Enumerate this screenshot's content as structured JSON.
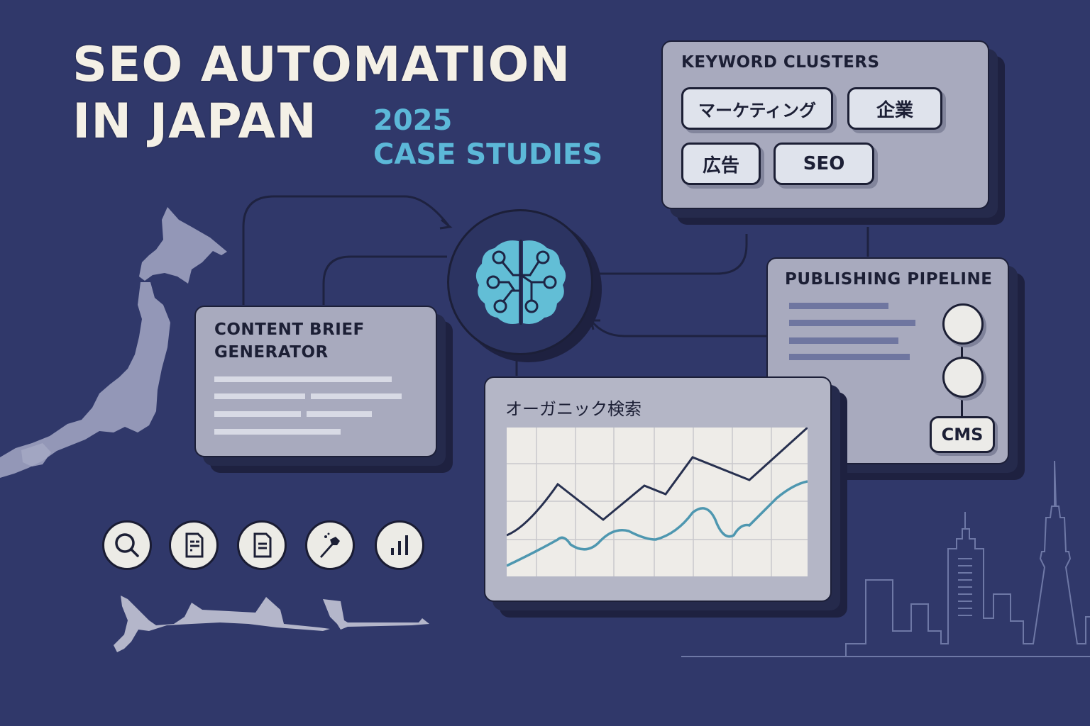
{
  "header": {
    "title_line1": "SEO AUTOMATION",
    "title_line2": "IN JAPAN",
    "subtitle_year": "2025",
    "subtitle_text": "CASE STUDIES"
  },
  "keyword_clusters": {
    "title": "KEYWORD CLUSTERS",
    "chips": [
      "マーケティング",
      "企業",
      "広告",
      "SEO"
    ]
  },
  "content_brief": {
    "title_line1": "CONTENT BRIEF",
    "title_line2": "GENERATOR"
  },
  "publishing_pipeline": {
    "title": "PUBLISHING PIPELINE",
    "cms_label": "CMS"
  },
  "organic_chart": {
    "title": "オーガニック検索"
  },
  "center_hub": {
    "icon": "ai-brain-icon"
  },
  "icon_row": [
    "search-icon",
    "document-icon",
    "file-icon",
    "magic-wand-icon",
    "bar-chart-icon"
  ],
  "colors": {
    "background": "#30386a",
    "card": "#a8aabe",
    "accent_cyan": "#5cb8d8",
    "line_dark": "#27304f",
    "line_teal": "#4e97b0",
    "title_cream": "#f4f0e6"
  },
  "chart_data": {
    "type": "line",
    "title": "オーガニック検索",
    "xlabel": "",
    "ylabel": "",
    "grid": true,
    "x": [
      0,
      1,
      2,
      3,
      4,
      5,
      6,
      7,
      8,
      9,
      10,
      11,
      12
    ],
    "series": [
      {
        "name": "dark",
        "values": [
          18,
          30,
          58,
          42,
          33,
          52,
          50,
          66,
          59,
          60,
          52,
          75,
          100
        ]
      },
      {
        "name": "teal",
        "values": [
          5,
          12,
          20,
          14,
          26,
          28,
          22,
          30,
          48,
          25,
          34,
          33,
          58
        ]
      }
    ],
    "ylim": [
      0,
      100
    ]
  }
}
